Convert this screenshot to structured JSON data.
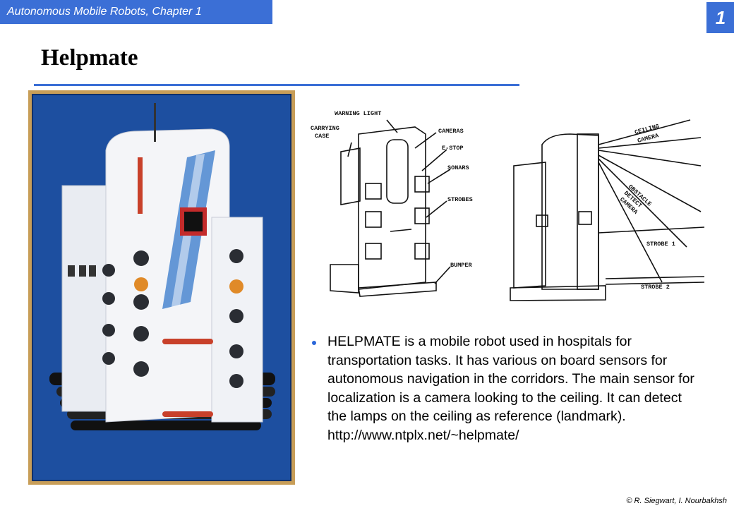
{
  "header": {
    "chapter": "Autonomous Mobile Robots, Chapter 1",
    "page_number": "1"
  },
  "slide": {
    "title": "Helpmate",
    "bullet": "HELPMATE is a mobile robot used in hospitals for transportation tasks. It has various on board sensors for autonomous navigation in the corridors. The main sensor for localization is a camera looking to the ceiling. It can detect the lamps on the ceiling as reference (landmark). http://www.ntplx.net/~helpmate/"
  },
  "diagram_labels": {
    "warning_light": "WARNING LIGHT",
    "carrying": "CARRYING",
    "case": "CASE",
    "cameras": "CAMERAS",
    "estop": "E-STOP",
    "sonars": "SONARS",
    "strobes": "STROBES",
    "bumper": "BUMPER",
    "ceiling": "CEILING",
    "ceiling_camera": "CAMERA",
    "obstacle": "OBSTACLE",
    "detect": "DETECT",
    "detect_camera": "CAMERA",
    "strobe1": "STROBE 1",
    "strobe2": "STROBE 2"
  },
  "footer": {
    "copyright": "© R. Siegwart, I. Nourbakhsh"
  },
  "colors": {
    "accent": "#3b6fd6",
    "photo_bg": "#1d4fa0",
    "photo_border": "#c89e58"
  }
}
